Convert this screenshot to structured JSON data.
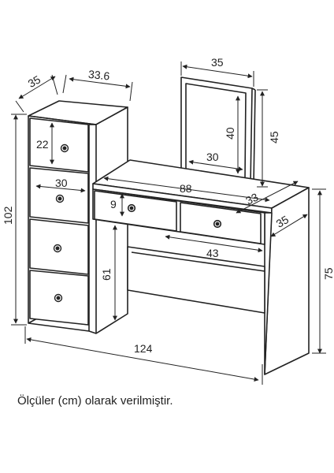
{
  "dimensions": {
    "cabinet_depth": "35",
    "cabinet_width": "33.6",
    "drawer_height": "22",
    "drawer_inner_width": "30",
    "total_height": "102",
    "desk_leg_height": "61",
    "total_width": "124",
    "mirror_width": "35",
    "mirror_height": "45",
    "mirror_inner_height": "40",
    "mirror_inner_width": "30",
    "desk_width": "88",
    "desk_depth_top": "33",
    "desk_drawer_height": "9",
    "desk_depth_side": "35",
    "desk_drawer_width": "43",
    "desk_height": "75"
  },
  "caption": "Ölçüler (cm) olarak verilmiştir.",
  "colors": {
    "line": "#222222",
    "fill": "#ffffff"
  }
}
